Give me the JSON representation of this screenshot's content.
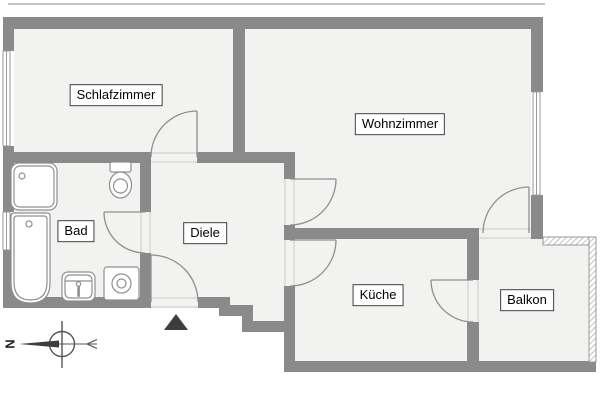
{
  "plan": {
    "type": "apartment-floor-plan",
    "rooms": {
      "schlafzimmer": {
        "label": "Schlafzimmer"
      },
      "wohnzimmer": {
        "label": "Wohnzimmer"
      },
      "bad": {
        "label": "Bad"
      },
      "diele": {
        "label": "Diele"
      },
      "kueche": {
        "label": "Küche"
      },
      "balkon": {
        "label": "Balkon"
      }
    },
    "compass": {
      "north_label": "N"
    },
    "colors": {
      "wall": "#8a8a8a",
      "floor": "#f2f2f0",
      "line": "#8f8f8f",
      "thin_line": "#c9c9c9",
      "window_line": "#9a9a9a",
      "marker": "#3d3d3d",
      "compass": "#555555",
      "eaves_line": "#b3b3b3"
    }
  }
}
